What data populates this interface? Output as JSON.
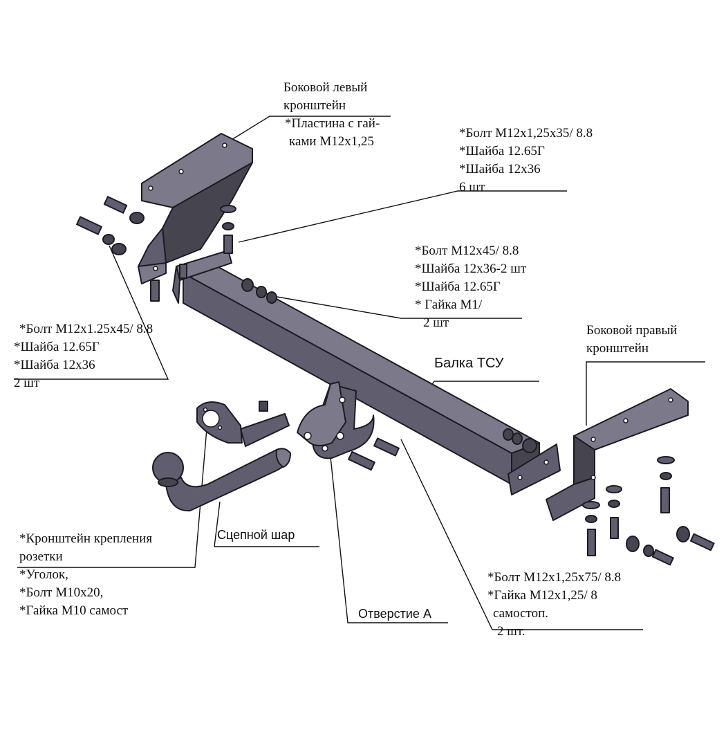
{
  "labels": {
    "left_bracket": {
      "lines": [
        "Боковой левый",
        "кронштейн",
        "*Пластина с гай-",
        "ками М12х1,25"
      ]
    },
    "top_bolts": {
      "lines": [
        "*Болт М12х1,25х35/ 8.8",
        "*Шайба 12.65Г",
        "*Шайба 12х36",
        "6 шт"
      ]
    },
    "center_bolts": {
      "lines": [
        "*Болт М12х45/ 8.8",
        "*Шайба 12х36-2 шт",
        "*Шайба 12.65Г",
        "* Гайка М1/",
        "2 шт"
      ]
    },
    "left_bolts": {
      "lines": [
        "*Болт М12х1.25х45/ 8.8",
        "*Шайба 12.65Г",
        "*Шайба 12х36",
        "2 шт"
      ]
    },
    "right_bracket": {
      "lines": [
        "Боковой правый",
        "кронштейн"
      ]
    },
    "beam": {
      "text": "Балка ТСУ"
    },
    "socket_bracket": {
      "lines": [
        "*Кронштейн крепления",
        "розетки",
        "*Уголок,",
        "*Болт М10х20,",
        "*Гайка М10 самост"
      ]
    },
    "tow_ball": {
      "text": "Сцепной шар"
    },
    "hole_a": {
      "text": "Отверстие А"
    },
    "lower_bolts": {
      "lines": [
        "*Болт М12х1,25х75/ 8.8",
        "*Гайка М12х1,25/ 8",
        "самостоп.",
        "2 шт."
      ]
    }
  },
  "colors": {
    "part_fill": "#5f5d6e",
    "part_outline": "#1c1b22",
    "text": "#111111",
    "background": "#ffffff"
  }
}
